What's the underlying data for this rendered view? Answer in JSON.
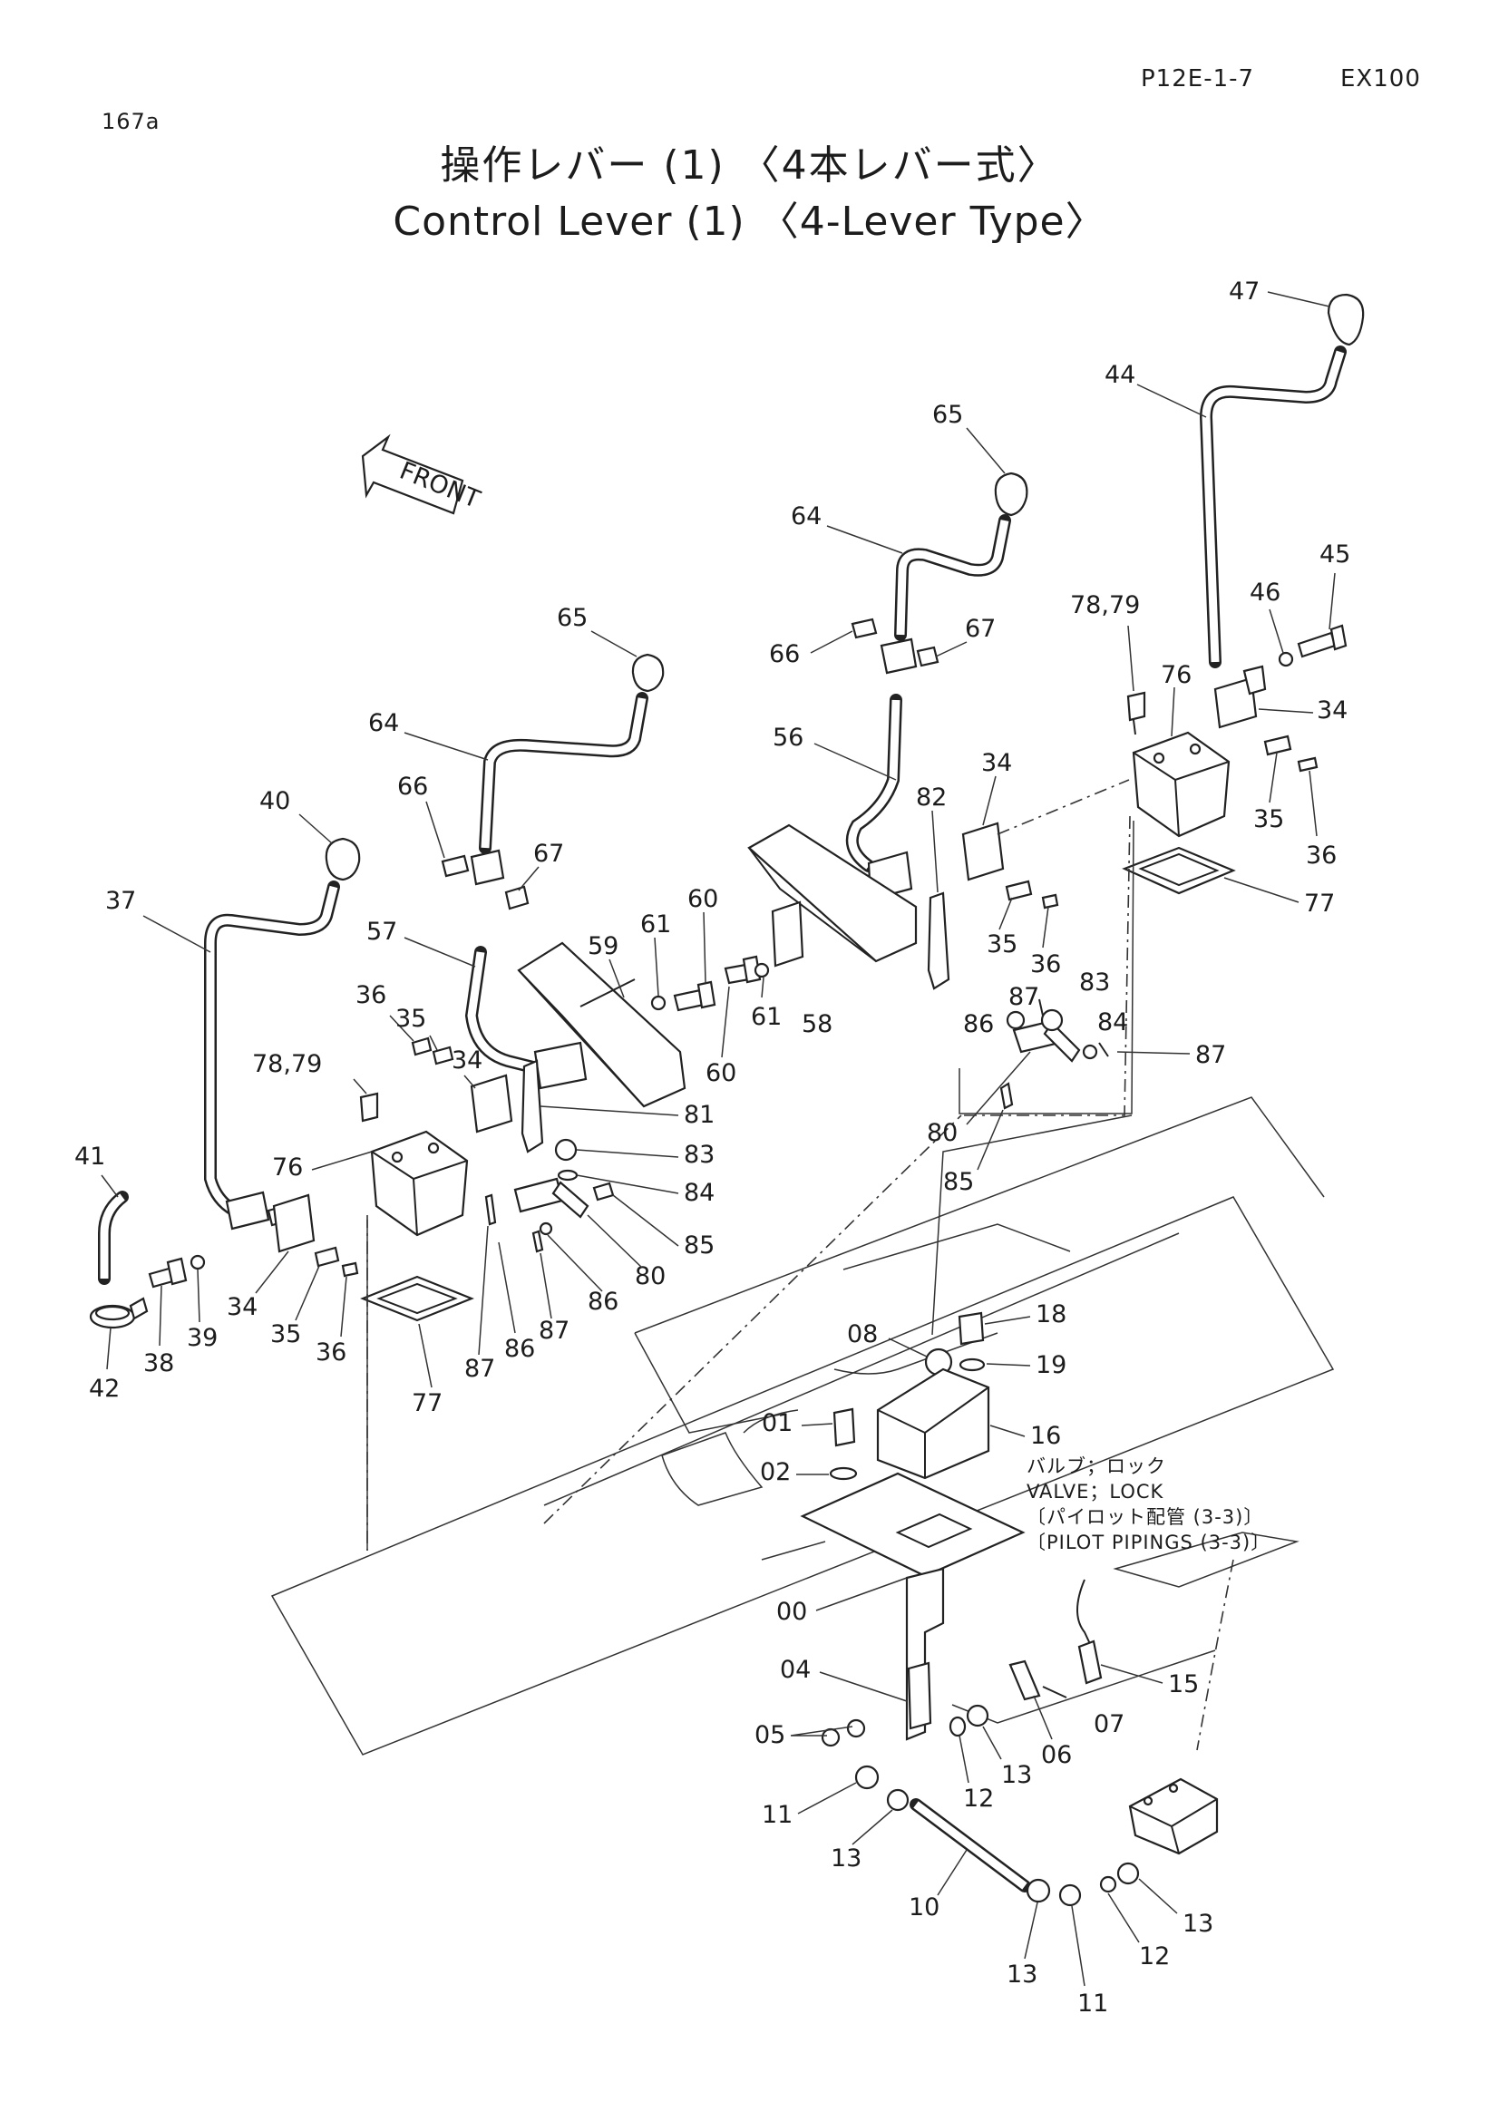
{
  "header": {
    "page_code": "P12E-1-7",
    "model": "EX100",
    "figure_no": "167a"
  },
  "title": {
    "ja": "操作レバー (1) 〈4本レバー式〉",
    "en": "Control Lever (1) 〈4-Lever Type〉"
  },
  "direction_label": "FRONT",
  "note": {
    "line1": "バルブ；ロック",
    "line2": "VALVE；LOCK",
    "line3": "〔パイロット配管 (3-3)〕",
    "line4": "〔PILOT PIPINGS (3-3)〕"
  },
  "part_labels": [
    "47",
    "44",
    "45",
    "46",
    "34",
    "78,79",
    "76",
    "35",
    "36",
    "77",
    "65",
    "64",
    "66",
    "67",
    "56",
    "82",
    "34",
    "35",
    "36",
    "83",
    "87",
    "84",
    "86",
    "87",
    "80",
    "85",
    "65",
    "64",
    "66",
    "67",
    "60",
    "61",
    "59",
    "57",
    "60",
    "61",
    "58",
    "40",
    "37",
    "36",
    "35",
    "34",
    "78,79",
    "76",
    "81",
    "83",
    "84",
    "85",
    "80",
    "86",
    "87",
    "41",
    "42",
    "38",
    "39",
    "34",
    "35",
    "36",
    "87",
    "86",
    "77",
    "18",
    "08",
    "19",
    "01",
    "16",
    "02",
    "00",
    "15",
    "04",
    "06",
    "07",
    "05",
    "13",
    "12",
    "11",
    "13",
    "10",
    "13",
    "11",
    "12",
    "13"
  ]
}
